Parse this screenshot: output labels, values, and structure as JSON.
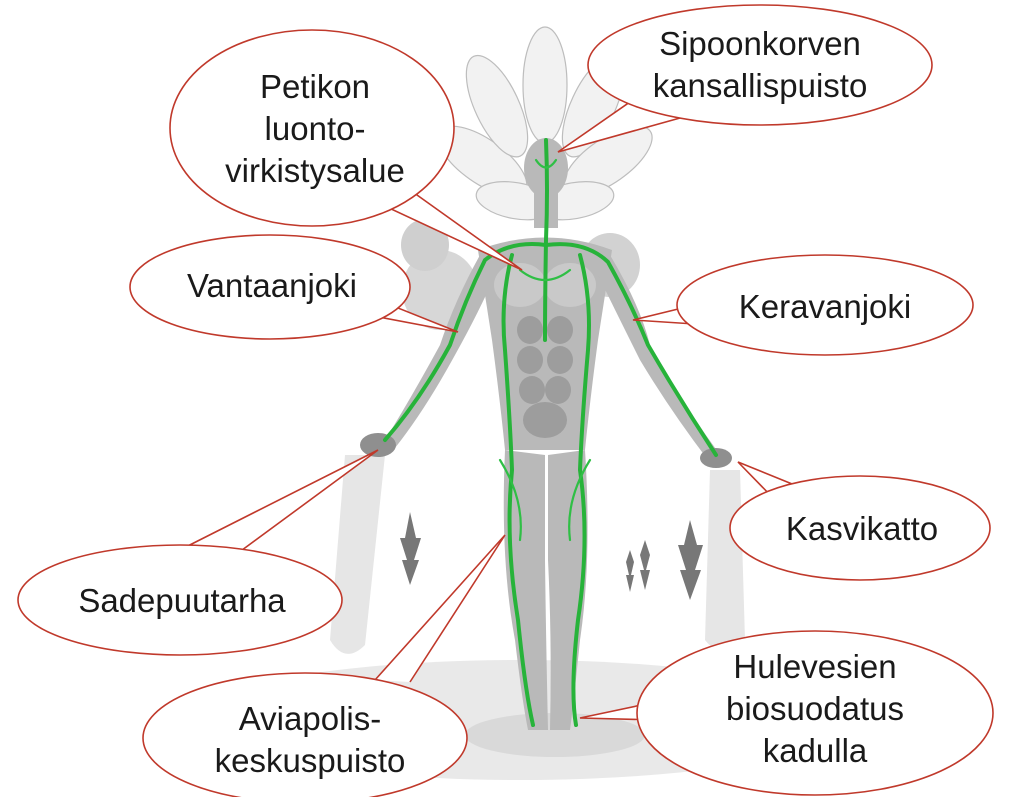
{
  "callouts": [
    {
      "id": "petikon",
      "lines": [
        "Petikon",
        "luonto-",
        "virkistysalue"
      ]
    },
    {
      "id": "sipoonkorven",
      "lines": [
        "Sipoonkorven",
        "kansallispuisto"
      ]
    },
    {
      "id": "vantaanjoki",
      "lines": [
        "Vantaanjoki"
      ]
    },
    {
      "id": "keravanjoki",
      "lines": [
        "Keravanjoki"
      ]
    },
    {
      "id": "kasvikatto",
      "lines": [
        "Kasvikatto"
      ]
    },
    {
      "id": "sadepuutarha",
      "lines": [
        "Sadepuutarha"
      ]
    },
    {
      "id": "aviapolis",
      "lines": [
        "Aviapolis-",
        "keskuspuisto"
      ]
    },
    {
      "id": "hulevesien",
      "lines": [
        "Hulevesien",
        "biosuodatus",
        "kadulla"
      ]
    }
  ],
  "illustration": {
    "subject": "human-figure-with-green-veins",
    "vein_color": "#27b33a",
    "callout_border_color": "#c0392b"
  }
}
